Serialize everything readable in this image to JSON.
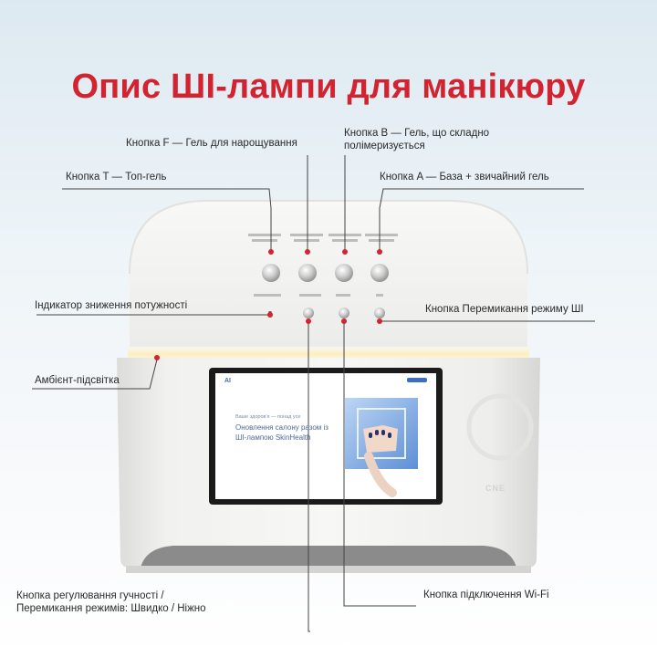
{
  "title": "Опис ШІ-лампи для манікюру",
  "callouts": {
    "button_f": "Кнопка F — Гель для нарощування",
    "button_b_line1": "Кнопка B — Гель, що складно",
    "button_b_line2": "полімеризується",
    "button_t": "Кнопка T — Топ-гель",
    "button_a": "Кнопка A — База + звичайний гель",
    "power_indicator": "Індикатор зниження потужності",
    "ai_mode_button": "Кнопка Перемикання режиму ШІ",
    "ambient_light": "Амбієнт-підсвітка",
    "volume_button_line1": "Кнопка регулювання гучності /",
    "volume_button_line2": "Перемикання режимів: Швидко / Ніжно",
    "wifi_button": "Кнопка підключення Wi-Fi"
  },
  "screen": {
    "logo": "AI",
    "small_text": "Ваше здоров'я — понад усе",
    "headline_line1": "Оновлення салону разом із",
    "headline_line2": "ШІ-лампою SkinHealth"
  },
  "brand_mark": "CNE",
  "colors": {
    "title_red": "#d42330",
    "callout_dot": "#d42330",
    "lamp_white": "#f2f2f0",
    "screen_bezel": "#1b1b1b"
  }
}
